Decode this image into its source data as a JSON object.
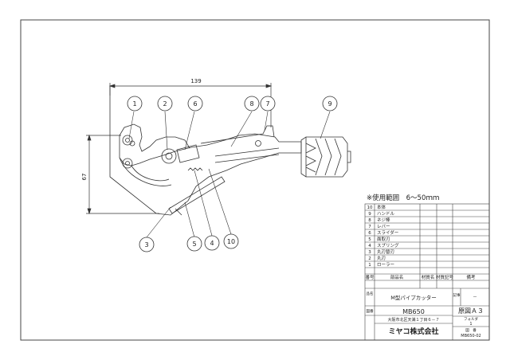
{
  "drawing": {
    "dimension_width": "139",
    "dimension_height": "67",
    "balloons": [
      "1",
      "2",
      "6",
      "8",
      "7",
      "9",
      "3",
      "5",
      "4",
      "10"
    ]
  },
  "title_block": {
    "usage_range": "※使用範囲　6～50ｍｍ",
    "parts": [
      {
        "no": "10",
        "name": "本体"
      },
      {
        "no": "9",
        "name": "ハンドル"
      },
      {
        "no": "8",
        "name": "ネジ棒"
      },
      {
        "no": "7",
        "name": "レバー"
      },
      {
        "no": "6",
        "name": "スライダー"
      },
      {
        "no": "5",
        "name": "面取刃"
      },
      {
        "no": "4",
        "name": "スプリング"
      },
      {
        "no": "3",
        "name": "丸刃替刃"
      },
      {
        "no": "2",
        "name": "丸刃"
      },
      {
        "no": "1",
        "name": "ローラー"
      }
    ],
    "headers": {
      "no": "番号",
      "name": "部品名",
      "material_name": "材質名",
      "material_code": "材質記号",
      "remarks": "備考"
    },
    "product_label": "品名",
    "product_name": "M型パイプカッター",
    "remark_label": "記事",
    "remark_value": "－",
    "drawing_no_label": "図番",
    "drawing_no": "MB650",
    "original_size": "原図Ａ３",
    "folder_label": "フォルダ",
    "folder_value": "1",
    "address": "大阪市北区天満１丁目６－７",
    "company": "ミヤコ株式会社",
    "dwg_label": "図　番",
    "dwg_value": "MB650-02"
  }
}
